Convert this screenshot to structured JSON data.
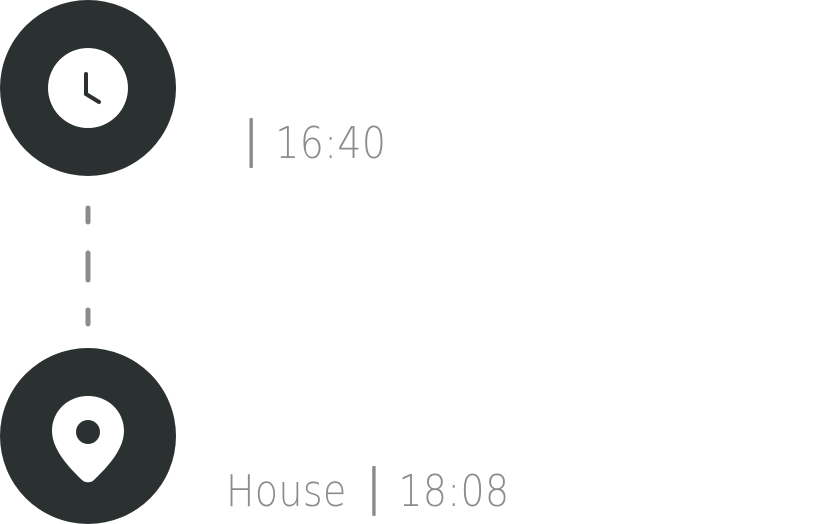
{
  "trip": {
    "start": {
      "icon": "clock-icon",
      "place": "",
      "time": "16:40"
    },
    "end": {
      "icon": "location-pin-icon",
      "place": "House",
      "time": "18:08"
    }
  },
  "colors": {
    "badge": "#2b3030",
    "text": "#8a8d8d",
    "connector": "#8a8d8d",
    "background": "#ffffff"
  }
}
